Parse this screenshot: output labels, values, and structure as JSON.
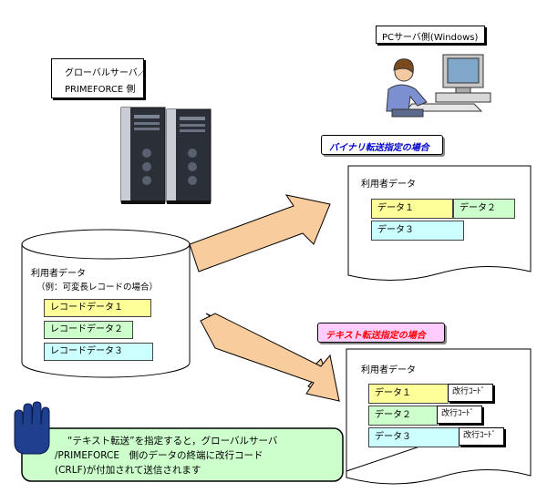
{
  "server_side": {
    "caption_line1": "グローバルサーバ／",
    "caption_line2": "PRIMEFORCE 側"
  },
  "pc_side": {
    "caption": "PCサーバ側(Windows)"
  },
  "database": {
    "title": "利用者データ",
    "subtitle": "（例：可変長レコードの場合）",
    "records": [
      "レコードデータ１",
      "レコードデータ２",
      "レコードデータ３"
    ]
  },
  "binary_transfer": {
    "banner": "バイナリ転送指定の場合",
    "doc_title": "利用者データ",
    "items": [
      "データ１",
      "データ２",
      "データ３"
    ]
  },
  "text_transfer": {
    "banner": "テキスト転送指定の場合",
    "doc_title": "利用者データ",
    "items": [
      "データ１",
      "データ２",
      "データ３"
    ],
    "crlf_label": "改行ｺｰﾄﾞ"
  },
  "note": {
    "line1": "“テキスト転送”を指定すると，グローバルサーバ",
    "line2": "/PRIMEFORCE　側のデータの終端に改行コード",
    "line3": "(CRLF)が付加されて送信されます"
  },
  "colors": {
    "record1": "#ffff99",
    "record2": "#ccffcc",
    "record3": "#ccffff",
    "arrow_fill": "#f9cc9d",
    "note_fill": "#ccffcc",
    "binary_text": "#0000cc",
    "text_banner_text": "#ff0000",
    "text_banner_bg": "#ffccff",
    "hand": "#1f3f8f"
  }
}
